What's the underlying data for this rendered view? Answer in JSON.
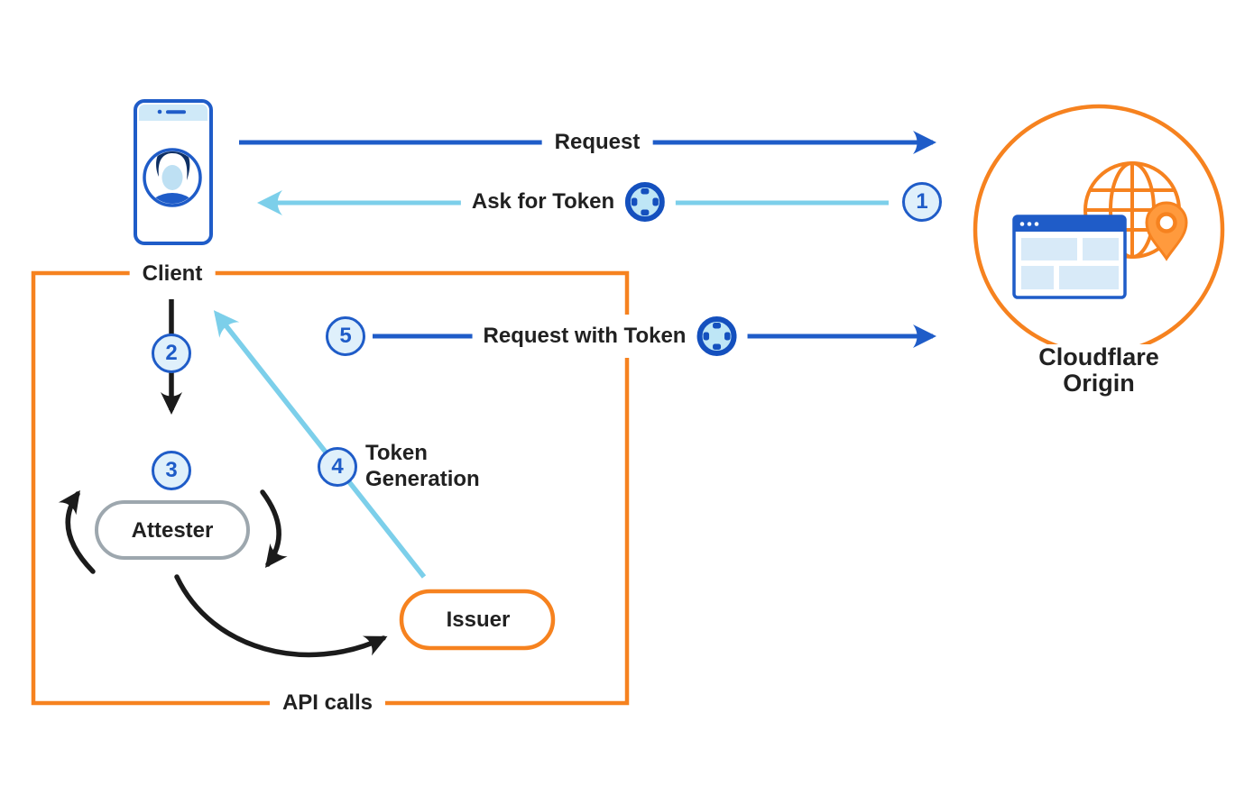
{
  "diagram": {
    "nodes": {
      "client": "Client",
      "attester": "Attester",
      "issuer": "Issuer",
      "origin_line1": "Cloudflare",
      "origin_line2": "Origin"
    },
    "flows": {
      "request": "Request",
      "ask_for_token": "Ask for Token",
      "request_with_token": "Request with Token",
      "token_generation_line1": "Token",
      "token_generation_line2": "Generation",
      "api_calls": "API calls"
    },
    "steps": [
      "1",
      "2",
      "3",
      "4",
      "5"
    ],
    "colors": {
      "blue": "#1F5CC8",
      "light_blue": "#7CCFEA",
      "orange": "#F6821F",
      "badge_fill": "#DFF0FB",
      "attester_gray": "#9DA7AE",
      "black": "#1B1B1B"
    },
    "icons": {
      "client_device": "client-phone-icon",
      "token": "token-icon",
      "origin_globe": "globe-icon",
      "origin_browser": "browser-window-icon",
      "origin_pin": "location-pin-icon"
    }
  }
}
